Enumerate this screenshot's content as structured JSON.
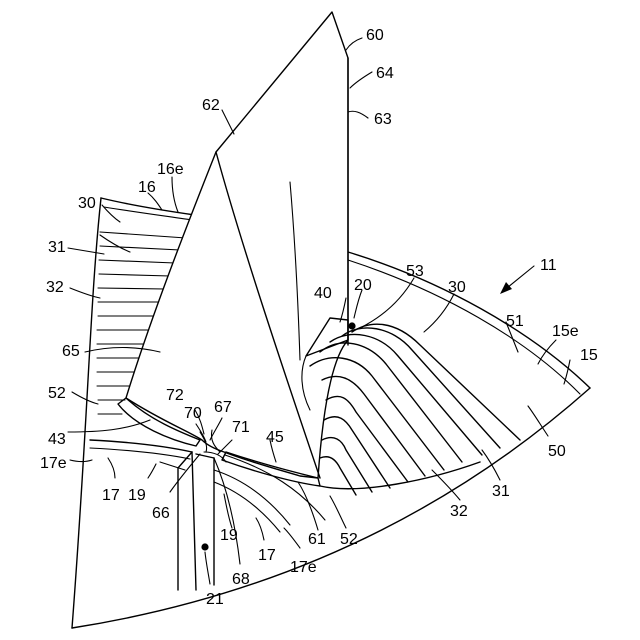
{
  "figure": {
    "labels": {
      "l60": "60",
      "l64": "64",
      "l63": "63",
      "l62": "62",
      "l16e": "16e",
      "l16": "16",
      "l30a": "30",
      "l31a": "31",
      "l32a": "32",
      "l65": "65",
      "l52a": "52",
      "l43": "43",
      "l72": "72",
      "l70": "70",
      "l67": "67",
      "l71": "71",
      "l45": "45",
      "l17ea": "17e",
      "l17a": "17",
      "l19a": "19",
      "l66": "66",
      "l19b": "19",
      "l68": "68",
      "l17b": "17",
      "l17eb": "17e",
      "l21": "21",
      "l61": "61",
      "l52b": "52",
      "l32b": "32",
      "l31b": "31",
      "l50": "50",
      "l40": "40",
      "l20": "20",
      "l53": "53",
      "l30b": "30",
      "l51": "51",
      "l15e": "15e",
      "l15": "15",
      "l11": "11"
    }
  }
}
